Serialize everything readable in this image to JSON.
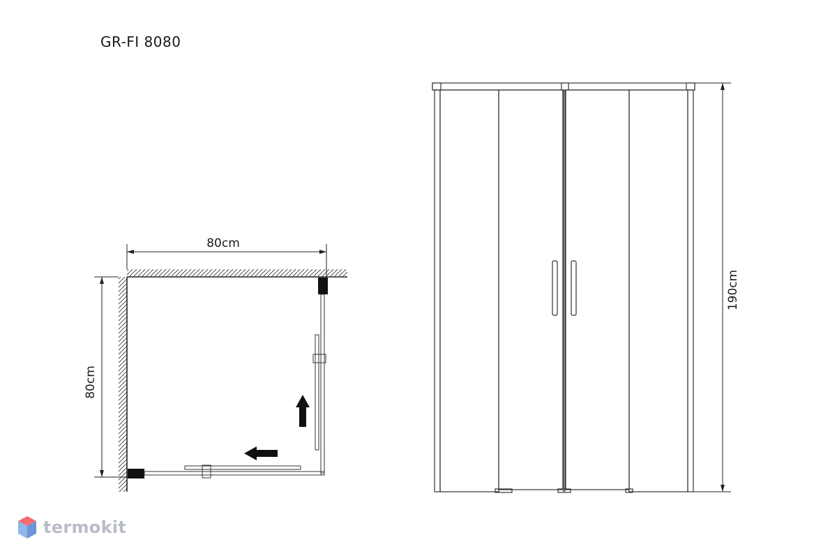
{
  "title": "GR-FI 8080",
  "plan_view": {
    "width_label": "80cm",
    "depth_label": "80cm",
    "arrows": [
      "arrow-left-icon",
      "arrow-up-icon"
    ]
  },
  "front_view": {
    "height_label": "190cm"
  },
  "logo": {
    "text": "termokit",
    "icon": "hexagon-cube-icon",
    "colors": {
      "top": "#f26d6d",
      "left": "#8fb6e8",
      "right": "#6d94d6",
      "text": "#b8bcc6"
    }
  }
}
